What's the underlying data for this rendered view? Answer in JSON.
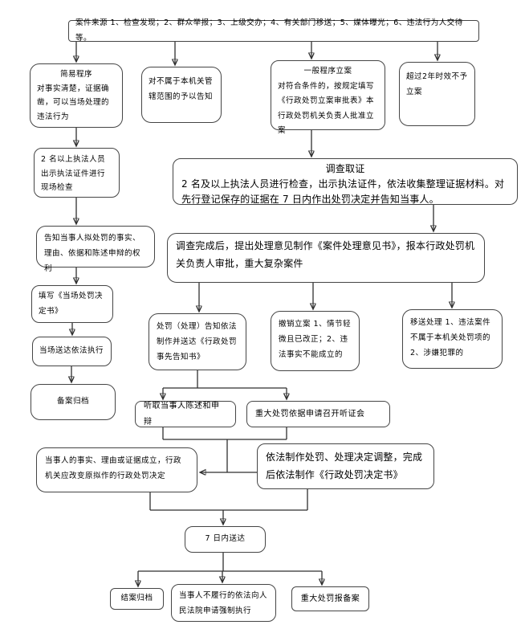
{
  "diagram": {
    "type": "flowchart",
    "language": "zh-CN",
    "colors": {
      "background": "#ffffff",
      "node_border": "#454545",
      "connector_line": "#2f2f2f",
      "arrowhead": "#000000",
      "text": "#000000"
    },
    "nodes": {
      "case_source": {
        "text": "案件来源 1、检查发现；2、群众举报；3、上级交办；4、有关部门移送；5、媒体曝光；6、违法行为人交待等。"
      },
      "simple_procedure": {
        "title": "简易程序",
        "body": "对事实清楚，证据确凿，可以当场处理的违法行为"
      },
      "notify_not_jurisdiction": {
        "text": "对不属于本机关管辖范围的予以告知"
      },
      "general_filing": {
        "title": "一般程序立案",
        "body": "对符合条件的，按规定填写《行政处罚立案审批表》本行政处罚机关负责人批准立案"
      },
      "over_two_years": {
        "text": "超过2年时效不予立案"
      },
      "onsite_check": {
        "text": "2 名以上执法人员出示执法证件进行现场检查"
      },
      "investigation": {
        "title": "调查取证",
        "body": "2 名及以上执法人员进行检查，出示执法证件，依法收集整理证据材料。对先行登记保存的证据在 7 日内作出处罚决定并告知当事人。"
      },
      "inform_party": {
        "text": "告知当事人拟处罚的事实、理由、依据和陈述申辩的权利"
      },
      "after_investigation": {
        "text": "调查完成后，提出处理意见制作《案件处理意见书》，报本行政处罚机关负责人审批，重大复杂案件"
      },
      "fill_onsite_decision": {
        "text": "填写《当场处罚决定书》"
      },
      "onsite_delivery": {
        "text": "当场送达依法执行"
      },
      "record_filing": {
        "text": "备案归档"
      },
      "penalty_notice": {
        "text": "处罚（处理）告知依法制作并送达《行政处罚事先告知书》"
      },
      "revoke_filing": {
        "text": "撤销立案 1、情节轻微且已改正；2、违法事实不能成立的"
      },
      "transfer_handling": {
        "text": "移送处理 1、违法案件不属于本机关处罚项的 2、涉嫌犯罪的"
      },
      "hear_statement": {
        "text": "听取当事人陈述和申辩"
      },
      "hearing_request": {
        "text": "重大处罚依据申请召开听证会"
      },
      "change_decision": {
        "text": "当事人的事实、理由或证据成立，行政机关应改变原拟作的行政处罚决定"
      },
      "make_decision": {
        "text": "依法制作处罚、处理决定调整，完成后依法制作《行政处罚决定书》"
      },
      "deliver_7days": {
        "text": "7 日内送达"
      },
      "close_case": {
        "text": "结案归档"
      },
      "court_enforcement": {
        "text": "当事人不履行的依法向人民法院申请强制执行"
      },
      "major_penalty_report": {
        "text": "重大处罚报备案"
      }
    }
  }
}
